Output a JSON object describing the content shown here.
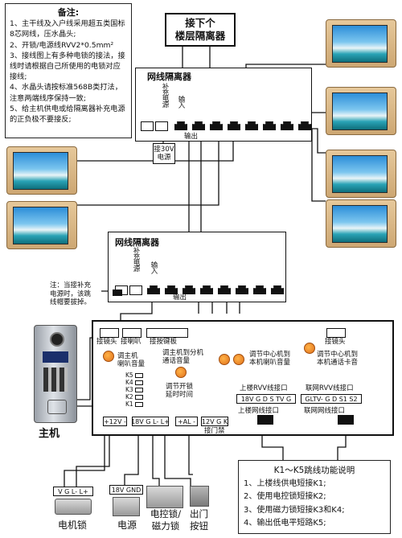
{
  "notes": {
    "title": "备注:",
    "lines": [
      "1、主干线及入户线采用超五类国标8芯网线，压水晶头;",
      "2、开锁/电源线RVV2*0.5mm²",
      "3、接线图上有多种电锁的接法，接线时请根据自己所使用的电锁对应接线;",
      "4、水晶头请按标准568B类打法，注意两端线序保持一致;",
      "5、给主机供电或给隔离器补充电源的正负极不要接反;"
    ]
  },
  "next_floor": {
    "label_line1": "接下个",
    "label_line2": "楼层隔离器"
  },
  "isolator_top": {
    "title": "网线隔离器",
    "supply_label": "补充电源",
    "input_label": "输入",
    "output_label": "输出",
    "supply_note_line1": "接30V",
    "supply_note_line2": "电源"
  },
  "isolator_bottom": {
    "title": "网线隔离器",
    "supply_label": "补充电源",
    "input_label": "输入",
    "output_label": "输出",
    "side_note_line1": "注：当接补充",
    "side_note_line2": "电源时，该跳",
    "side_note_line3": "线帽要拔掉。"
  },
  "main_unit": {
    "label": "主机"
  },
  "board": {
    "camera_label": "接镜头",
    "speaker_label": "接喇叭",
    "keypad_label": "接按键板",
    "camera2_label": "接镜头",
    "adj_volume_line1": "调主机",
    "adj_volume_line2": "喇叭音量",
    "adj_unlock_line1": "调节开锁",
    "adj_unlock_line2": "延时时间",
    "adj_ext_line1": "调主机到分机",
    "adj_ext_line2": "通话音量",
    "adj_self_line1": "调节中心机到",
    "adj_self_line2": "本机喇叭音量",
    "adj_card_line1": "调节中心机到",
    "adj_card_line2": "本机通话卡音",
    "jumpers": [
      "K5",
      "K4",
      "K3",
      "K2",
      "K1"
    ],
    "upstairs_port_label": "上楼RVV线接口",
    "upstairs_terminals": "18V G D S TV G",
    "upstairs_net_label": "上楼网线接口",
    "network_port_label": "联网RVV线接口",
    "network_terminals": "GLTV- G D S1 S2",
    "network_net_label": "联网网线接口",
    "term_power": "+12V -",
    "term_lock": "18V G L- L+",
    "term_al": "+AL -",
    "term_door": "12V G K",
    "term_door_label": "接门禁"
  },
  "devices": {
    "electric_lock_terminals": "V G L- L+",
    "electric_lock": "电机锁",
    "power_terminals": "18V GND",
    "power": "电源",
    "mag_lock_line1": "电控锁/",
    "mag_lock_line2": "磁力锁",
    "exit_button_line1": "出门",
    "exit_button_line2": "按钮"
  },
  "jumper_notes": {
    "title": "K1～K5跳线功能说明",
    "items": [
      "1、上楼线供电短接K1;",
      "2、使用电控锁短接K2;",
      "3、使用磁力锁短接K3和K4;",
      "4、输出低电平短路K5;"
    ]
  }
}
